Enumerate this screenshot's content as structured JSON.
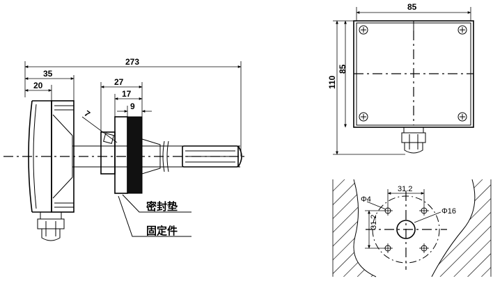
{
  "side_view": {
    "dims": {
      "overall": "273",
      "d35": "35",
      "d20": "20",
      "d27": "27",
      "d17": "17",
      "d9": "9",
      "d7": "7"
    },
    "callouts": {
      "gasket": "密封垫",
      "fixture": "固定件"
    }
  },
  "front_view": {
    "dims": {
      "width": "85",
      "height_outer": "110",
      "height_inner": "85"
    }
  },
  "mounting_view": {
    "dims": {
      "hole_pitch_x": "31.2",
      "hole_pitch_y": "31.2",
      "hole_dia": "Φ4",
      "center_dia": "Φ16"
    }
  }
}
